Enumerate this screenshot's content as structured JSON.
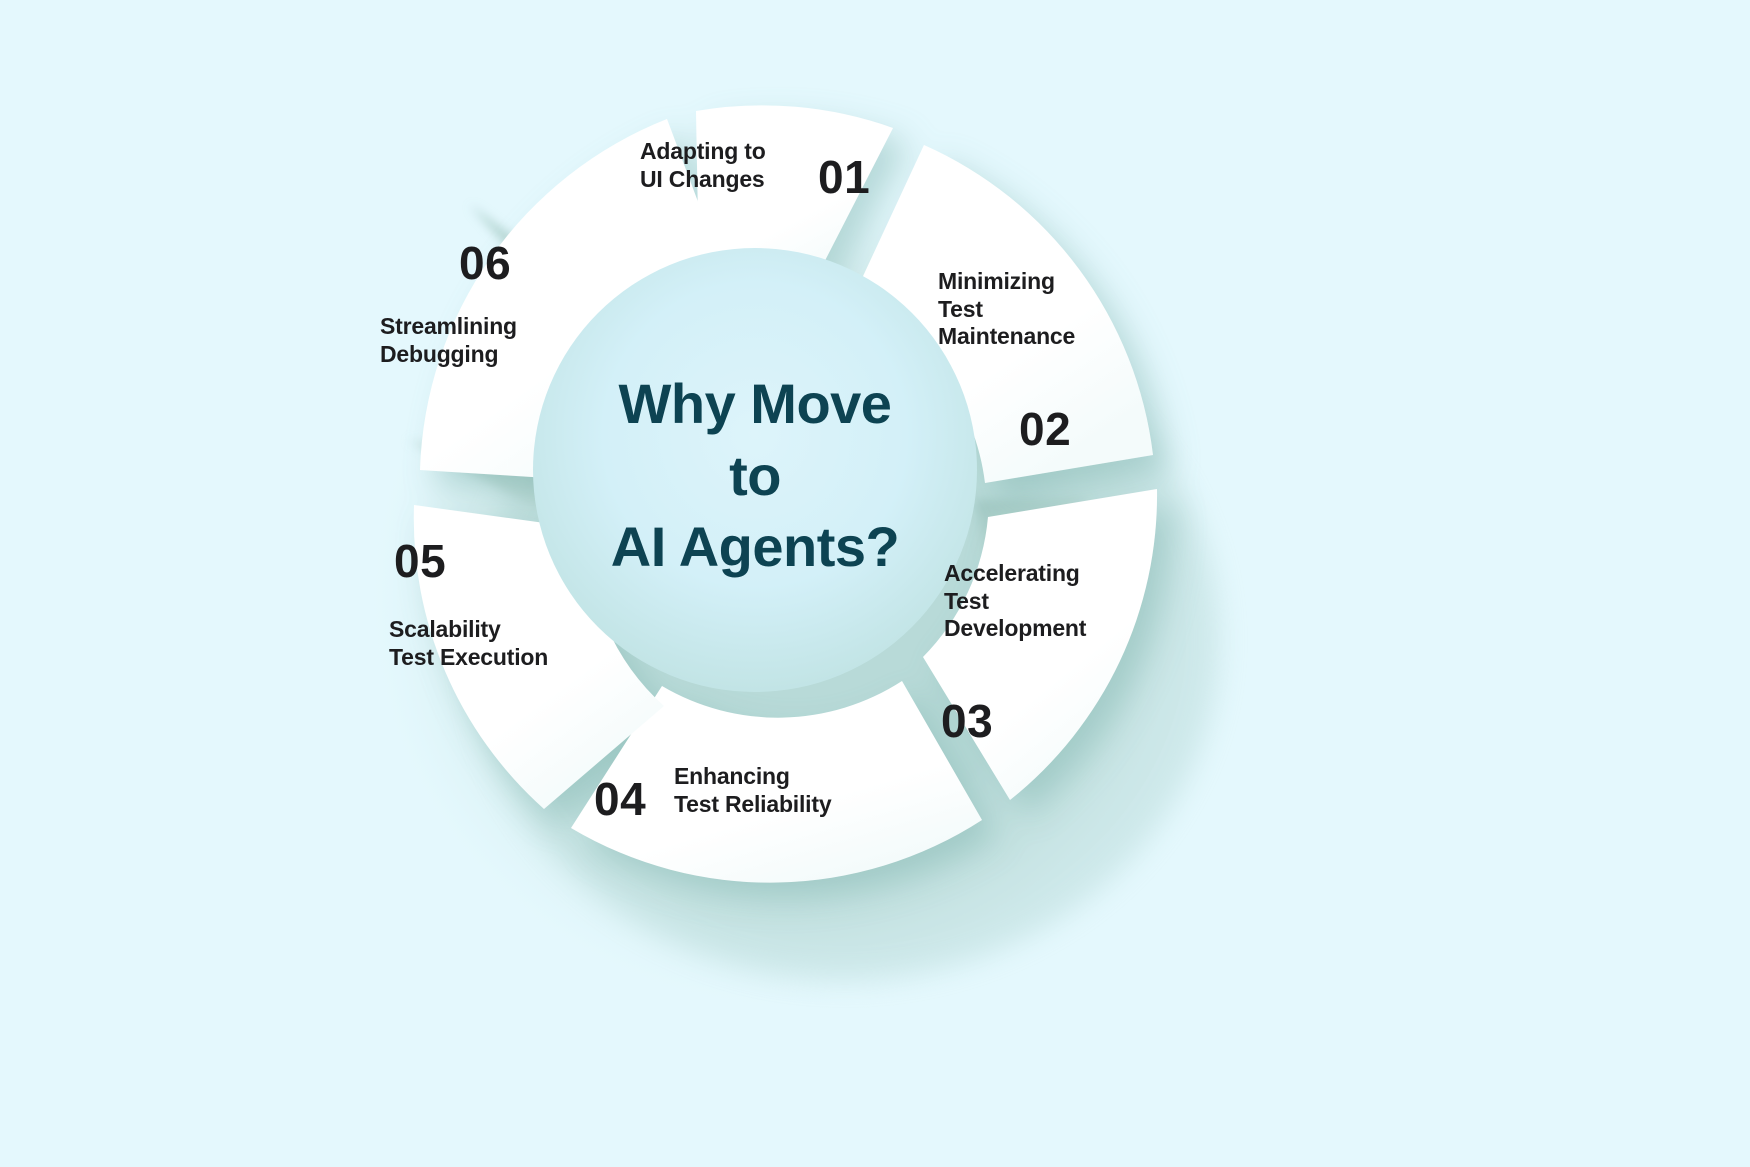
{
  "background_color": "#e4f8fd",
  "segment_color": "#ffffff",
  "shadow_color": "#a9cdc7",
  "inner_circle_color": "#d4f0f7",
  "title_color": "#0d4352",
  "number_color": "#1d1d1f",
  "label_color": "#1d1d1f",
  "center": {
    "line1": "Why Move",
    "line2": "to",
    "line3": "AI Agents?"
  },
  "segments": [
    {
      "number": "01",
      "label": "Adapting to\nUI Changes"
    },
    {
      "number": "02",
      "label": "Minimizing\nTest\nMaintenance"
    },
    {
      "number": "03",
      "label": "Accelerating\nTest\nDevelopment"
    },
    {
      "number": "04",
      "label": "Enhancing\nTest Reliability"
    },
    {
      "number": "05",
      "label": "Scalability\nTest Execution"
    },
    {
      "number": "06",
      "label": "Streamlining\nDebugging"
    }
  ],
  "chart_data": {
    "type": "pie",
    "title": "Why Move to AI Agents?",
    "categories": [
      "Adapting to UI Changes",
      "Minimizing Test Maintenance",
      "Accelerating Test Development",
      "Enhancing Test Reliability",
      "Scalability Test Execution",
      "Streamlining Debugging"
    ],
    "values": [
      1,
      1,
      1,
      1,
      1,
      1
    ],
    "labels": [
      "01",
      "02",
      "03",
      "04",
      "05",
      "06"
    ],
    "legend": "none",
    "grid": false
  }
}
